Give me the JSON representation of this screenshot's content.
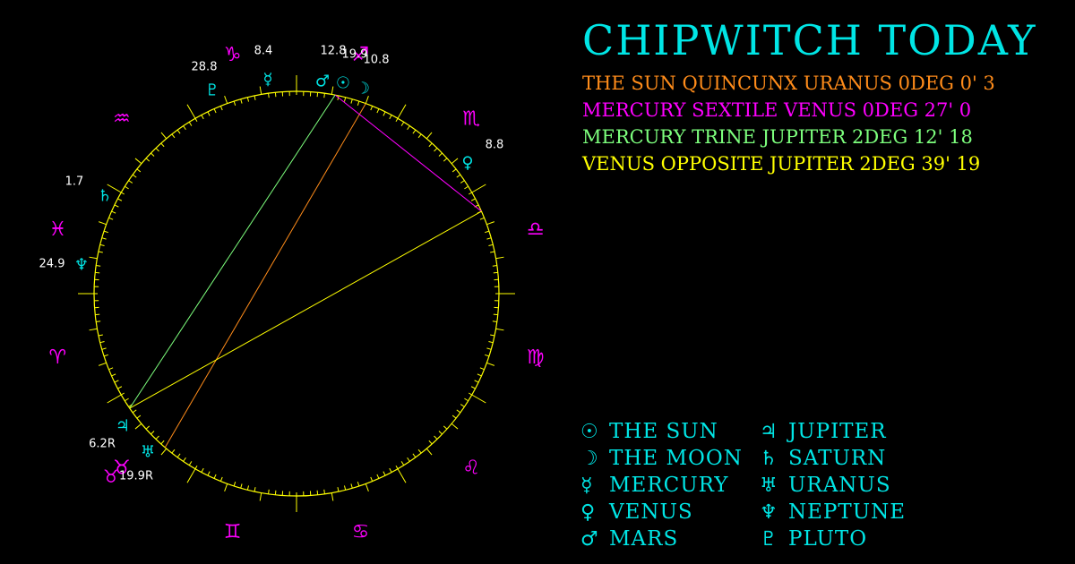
{
  "title": "CHIPWITCH TODAY",
  "colors": {
    "background": "#000000",
    "circle": "#ffff00",
    "zodiac_glyph": "#ff00ff",
    "planet_glyph": "#00e5e5",
    "degree_label": "#ffffff",
    "title": "#00e5e5",
    "legend_text": "#00e5e5"
  },
  "aspects": [
    {
      "text": "THE SUN QUINCUNX URANUS 0DEG 0' 3",
      "color": "#ff8c1a"
    },
    {
      "text": "MERCURY SEXTILE VENUS 0DEG 27' 0",
      "color": "#ff00ff"
    },
    {
      "text": "MERCURY TRINE JUPITER 2DEG 12' 18",
      "color": "#7dff7d"
    },
    {
      "text": "VENUS OPPOSITE JUPITER 2DEG 39' 19",
      "color": "#ffff00"
    }
  ],
  "zodiac": [
    {
      "name": "capricorn-icon",
      "glyph": "♑"
    },
    {
      "name": "sagittarius-icon",
      "glyph": "♐"
    },
    {
      "name": "scorpio-icon",
      "glyph": "♏"
    },
    {
      "name": "libra-icon",
      "glyph": "♎"
    },
    {
      "name": "virgo-icon",
      "glyph": "♍"
    },
    {
      "name": "leo-icon",
      "glyph": "♌"
    },
    {
      "name": "cancer-icon",
      "glyph": "♋"
    },
    {
      "name": "gemini-icon",
      "glyph": "♊"
    },
    {
      "name": "taurus-icon",
      "glyph": "♉"
    },
    {
      "name": "aries-icon",
      "glyph": "♈"
    },
    {
      "name": "pisces-icon",
      "glyph": "♓"
    },
    {
      "name": "aquarius-icon",
      "glyph": "♒"
    }
  ],
  "planets": [
    {
      "key": "sun",
      "glyph": "☉",
      "label": "",
      "icon": "sun-icon"
    },
    {
      "key": "moon",
      "glyph": "☽",
      "label": "10.8",
      "icon": "moon-icon"
    },
    {
      "key": "mercury",
      "glyph": "☿",
      "label": "8.4",
      "icon": "mercury-icon"
    },
    {
      "key": "venus",
      "glyph": "♀",
      "label": "8.8",
      "icon": "venus-icon"
    },
    {
      "key": "mars",
      "glyph": "♂",
      "label": "12.8",
      "icon": "mars-icon"
    },
    {
      "key": "jupiter",
      "glyph": "♃",
      "label": "6.2R",
      "icon": "jupiter-icon"
    },
    {
      "key": "saturn",
      "glyph": "♄",
      "label": "1.7",
      "icon": "saturn-icon"
    },
    {
      "key": "uranus",
      "glyph": "♅",
      "label": "19.9R",
      "icon": "uranus-icon"
    },
    {
      "key": "neptune",
      "glyph": "♆",
      "label": "24.9",
      "icon": "neptune-icon"
    },
    {
      "key": "pluto",
      "glyph": "♇",
      "label": "28.8",
      "icon": "pluto-icon"
    },
    {
      "key": "sun_deg",
      "glyph": "",
      "label": "19.9",
      "icon": ""
    }
  ],
  "legend": [
    {
      "glyph": "☉",
      "label": "THE SUN"
    },
    {
      "glyph": "☽",
      "label": "THE MOON"
    },
    {
      "glyph": "☿",
      "label": "MERCURY"
    },
    {
      "glyph": "♀",
      "label": "VENUS"
    },
    {
      "glyph": "♂",
      "label": "MARS"
    },
    {
      "glyph": "♃",
      "label": "JUPITER"
    },
    {
      "glyph": "♄",
      "label": "SATURN"
    },
    {
      "glyph": "♅",
      "label": "URANUS"
    },
    {
      "glyph": "♆",
      "label": "NEPTUNE"
    },
    {
      "glyph": "♇",
      "label": "PLUTO"
    }
  ]
}
